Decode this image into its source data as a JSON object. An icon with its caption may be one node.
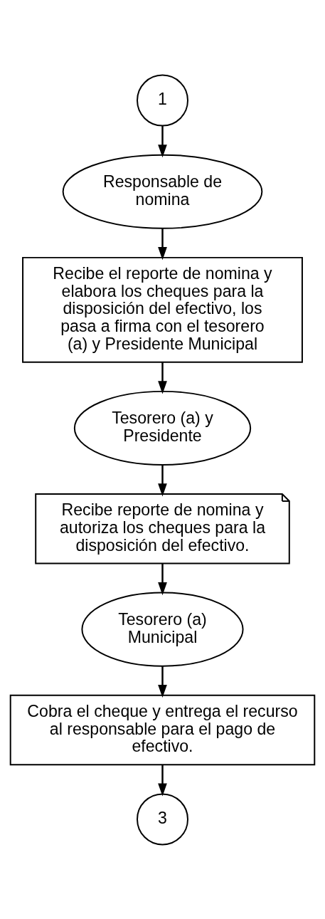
{
  "diagram": {
    "nodes": [
      {
        "text": [
          "1"
        ]
      },
      {
        "text": [
          "Responsable de nomina"
        ]
      },
      {
        "text": [
          "Recibe el reporte de nomina y elabora los cheques para la disposición del efectivo, los pasa a firma con el tesorero (a) y Presidente Municipal"
        ]
      },
      {
        "text": [
          "Tesorero (a) y Presidente"
        ]
      },
      {
        "text": [
          "Recibe reporte de nomina y autoriza los cheques para la disposición del efectivo."
        ]
      },
      {
        "text": [
          "Tesorero (a) Municipal"
        ]
      },
      {
        "text": [
          "Cobra el cheque y entrega el recurso al responsable para el pago de efectivo."
        ]
      },
      {
        "text": [
          "3"
        ]
      }
    ],
    "edges": [
      {
        "from": 0,
        "to": 1,
        "arrow": "to"
      },
      {
        "from": 1,
        "to": 2,
        "arrow": "to"
      },
      {
        "from": 2,
        "to": 3,
        "arrow": "to"
      },
      {
        "from": 3,
        "to": 4,
        "arrow": "to"
      },
      {
        "from": 4,
        "to": 5,
        "arrow": "to"
      },
      {
        "from": 5,
        "to": 6,
        "arrow": "to"
      },
      {
        "from": 6,
        "to": 7,
        "arrow": "to"
      }
    ]
  }
}
